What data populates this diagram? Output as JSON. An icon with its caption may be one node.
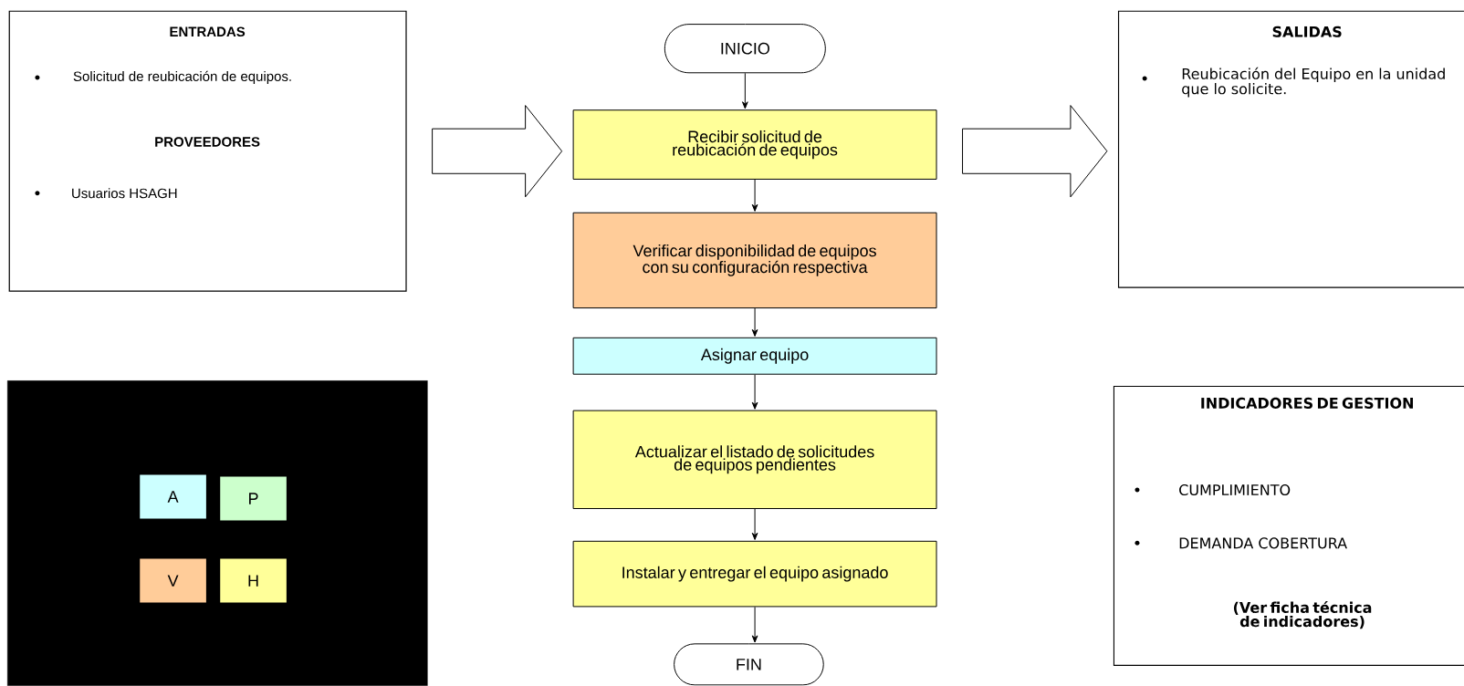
{
  "diagram": {
    "nodes": [
      {
        "text": [
          "ENTRADAS",
          "Solicitud de reubicación de equipos.",
          "PROVEEDORES",
          "Usuarios HSAGH"
        ]
      },
      {
        "text": [
          "INICIO"
        ]
      },
      {
        "text": [
          "Recibir solicitud de reubicación de equipos"
        ]
      },
      {
        "text": [
          "Verificar disponibilidad de equipos con su configuración respectiva"
        ]
      },
      {
        "text": [
          "Asignar equipo"
        ]
      },
      {
        "text": [
          "Actualizar el listado de solicitudes de equipos pendientes"
        ]
      },
      {
        "text": [
          "Instalar y entregar el equipo asignado"
        ]
      },
      {
        "text": [
          "FIN"
        ]
      },
      {
        "text": [
          "SALIDAS",
          "Reubicación del Equipo en la unidad que lo solicite."
        ]
      },
      {
        "text": [],
        "shape": "box"
      },
      {
        "text": [
          "A"
        ],
        "in": 9
      },
      {
        "text": [
          "P"
        ],
        "in": 9
      },
      {
        "text": [
          "V"
        ],
        "in": 9
      },
      {
        "text": [
          "H"
        ],
        "in": 9
      },
      {
        "text": [
          "INDICADORES DE GESTION",
          "CUMPLIMIENTO",
          "DEMANDA COBERTURA",
          "(Ver ficha técnica  de indicadores)"
        ]
      }
    ],
    "edges": [
      {
        "from": 1,
        "to": 2,
        "arrow": "to"
      },
      {
        "from": 2,
        "to": 3,
        "arrow": "to"
      },
      {
        "from": 3,
        "to": 4,
        "arrow": "to"
      },
      {
        "from": 4,
        "to": 5,
        "arrow": "to"
      },
      {
        "from": 5,
        "to": 6,
        "arrow": "to"
      },
      {
        "from": 6,
        "to": 7,
        "arrow": "to"
      },
      {
        "from": 0,
        "to": 2,
        "arrow": "to",
        "style": "thick"
      },
      {
        "from": 2,
        "to": 8,
        "arrow": "to",
        "style": "thick"
      }
    ]
  }
}
